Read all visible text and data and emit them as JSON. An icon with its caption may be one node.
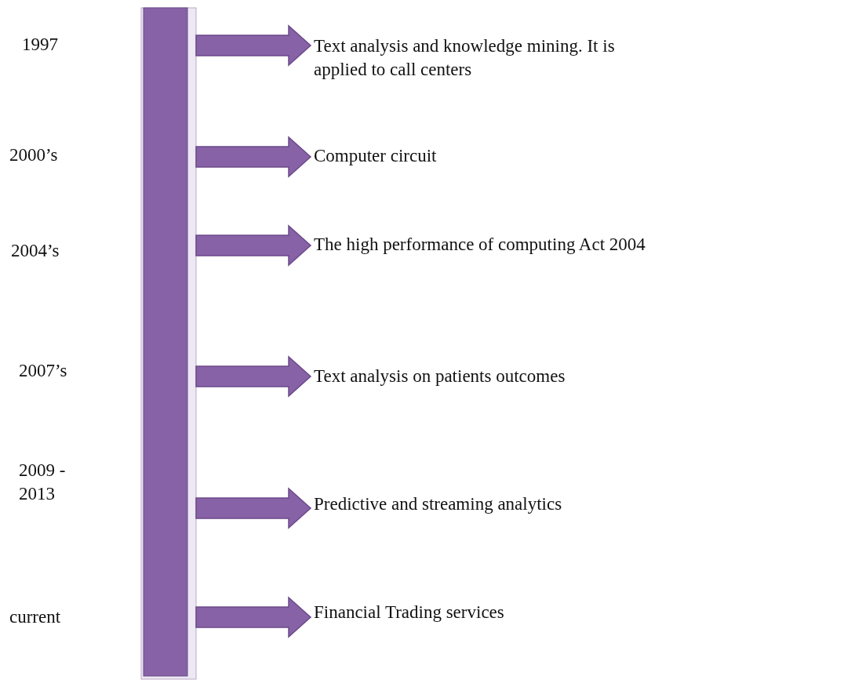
{
  "diagram": {
    "nodes": [
      {
        "text": [],
        "shape": "bar"
      },
      {
        "text": [
          "Text analysis and knowledge mining. It is applied to call centers"
        ]
      },
      {
        "text": [
          "Computer circuit"
        ]
      },
      {
        "text": [
          "The high performance of computing Act 2004"
        ]
      },
      {
        "text": [
          "Text analysis on patients outcomes"
        ]
      },
      {
        "text": [
          "Predictive and streaming analytics"
        ]
      },
      {
        "text": [
          "Financial Trading services"
        ]
      }
    ],
    "edges": [
      {
        "from": 0,
        "to": 1,
        "arrow": "to"
      },
      {
        "from": 0,
        "to": 2,
        "arrow": "to"
      },
      {
        "from": 0,
        "to": 3,
        "arrow": "to"
      },
      {
        "from": 0,
        "to": 4,
        "arrow": "to"
      },
      {
        "from": 0,
        "to": 5,
        "arrow": "to"
      },
      {
        "from": 0,
        "to": 6,
        "arrow": "to"
      }
    ],
    "labels": [
      "1997",
      "2000’s",
      "2004’s",
      "2007’s",
      "2009 - 2013",
      "current"
    ]
  }
}
